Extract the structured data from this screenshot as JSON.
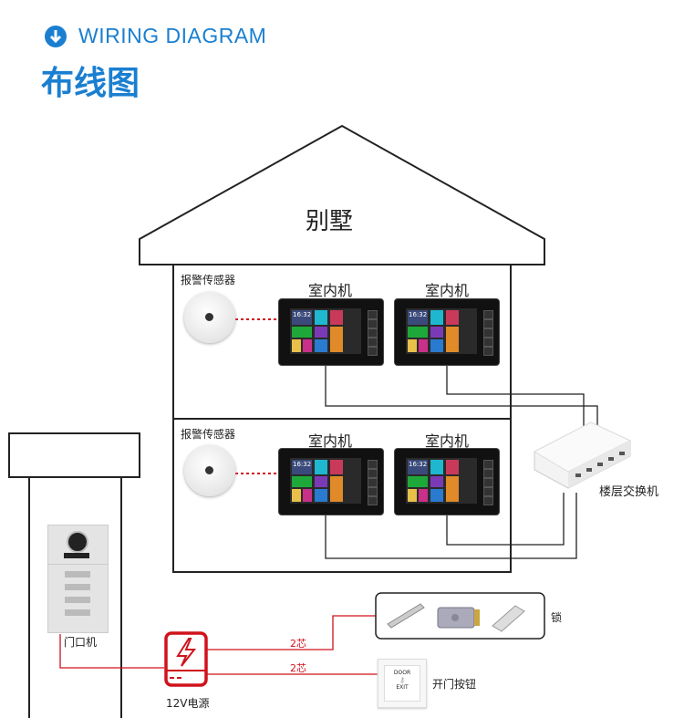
{
  "header": {
    "title_en": "WIRING DIAGRAM",
    "title_cn": "布线图",
    "icon": "arrow-down-circle-icon",
    "accent": "#1a7fd0"
  },
  "house": {
    "label": "别墅"
  },
  "floors": [
    {
      "sensor_label": "报警传感器",
      "monitors": [
        {
          "label": "室内机",
          "time": "16:32"
        },
        {
          "label": "室内机",
          "time": "16:32"
        }
      ]
    },
    {
      "sensor_label": "报警传感器",
      "monitors": [
        {
          "label": "室内机",
          "time": "16:32"
        },
        {
          "label": "室内机",
          "time": "16:32"
        }
      ]
    }
  ],
  "switch": {
    "label": "楼层交换机"
  },
  "door_station": {
    "label": "门口机"
  },
  "power": {
    "label": "12V电源",
    "icon": "lightning-icon",
    "color": "#d0121b"
  },
  "wires": [
    {
      "label": "2芯"
    },
    {
      "label": "2芯"
    }
  ],
  "lock": {
    "label": "锁"
  },
  "exit_button": {
    "label": "开门按钮",
    "text_top": "DOOR",
    "text_bottom": "EXIT"
  }
}
